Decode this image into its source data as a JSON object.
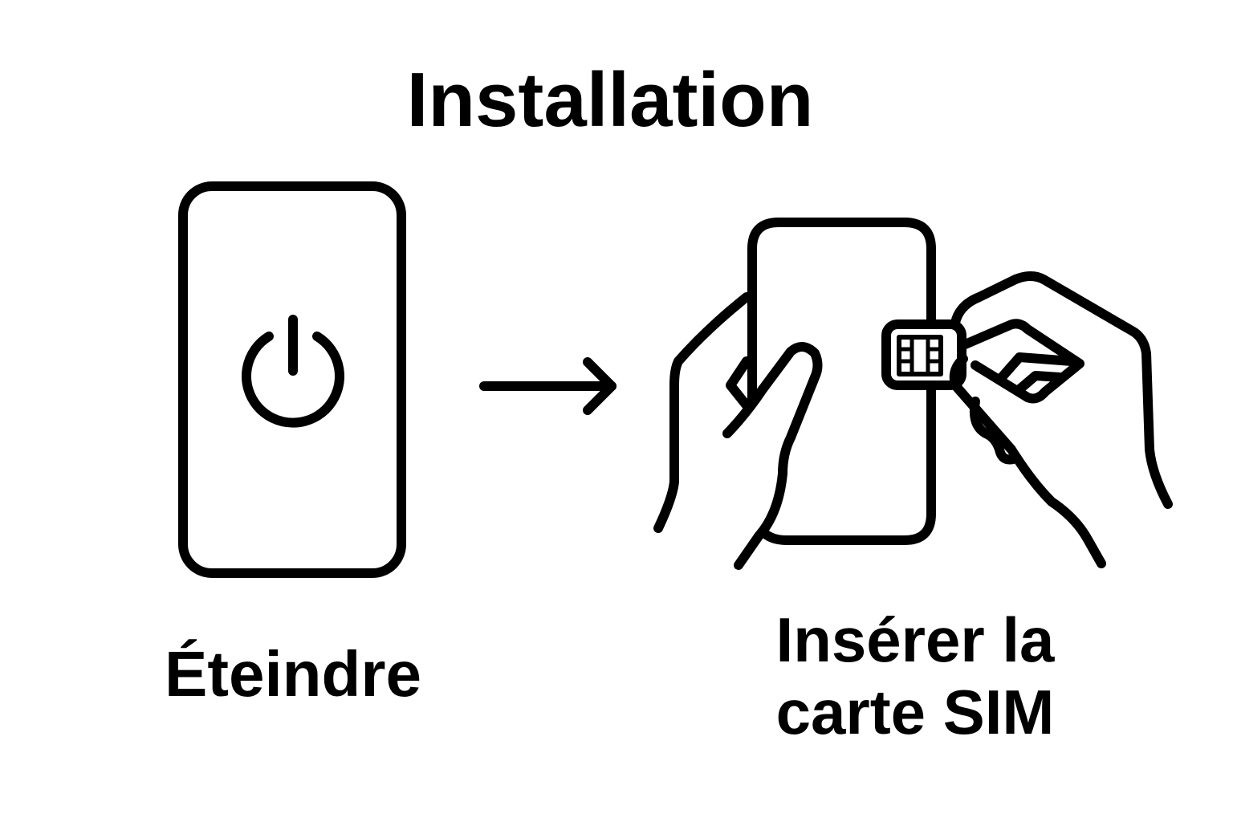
{
  "title": "Installation",
  "steps": [
    {
      "label": "Éteindre",
      "icon": "power-icon",
      "illustration": "phone-with-power-symbol"
    },
    {
      "label_lines": [
        "Insérer la",
        "carte SIM"
      ],
      "icon": "sim-card-icon",
      "illustration": "hands-inserting-sim-into-phone"
    }
  ],
  "connector": "arrow-right-icon",
  "colors": {
    "background": "#ffffff",
    "stroke": "#000000"
  }
}
